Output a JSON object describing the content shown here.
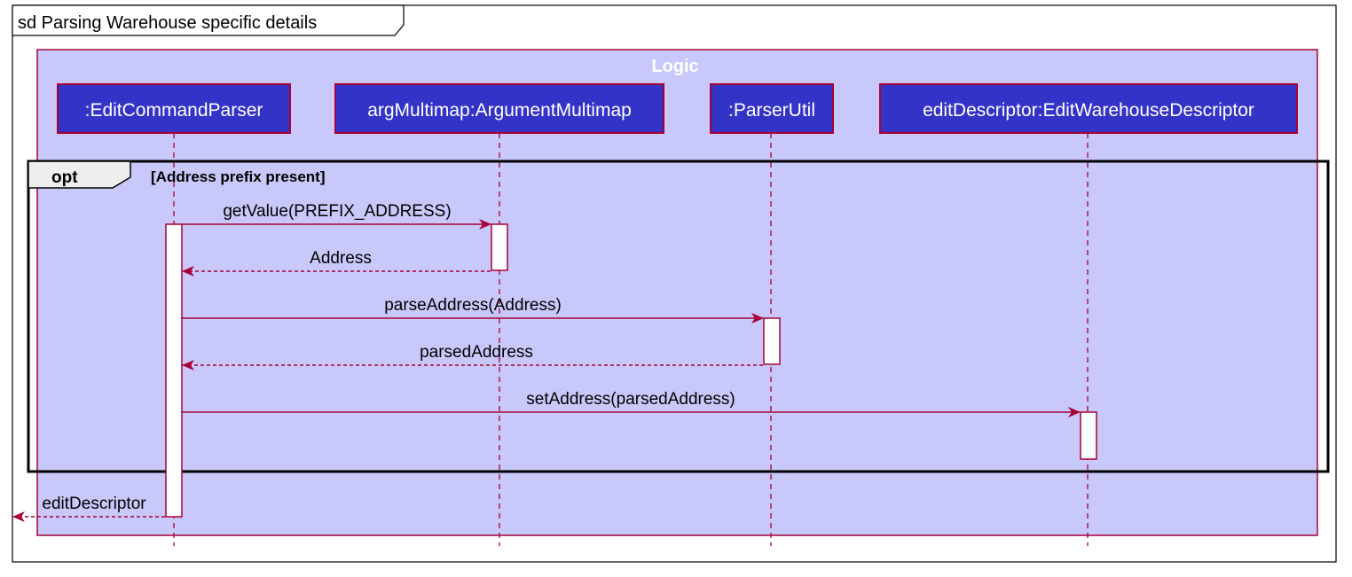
{
  "frame": {
    "title": "sd Parsing Warehouse specific details"
  },
  "box": {
    "title": "Logic"
  },
  "participants": [
    {
      "id": "parser",
      "label": ":EditCommandParser"
    },
    {
      "id": "multimap",
      "label": "argMultimap:ArgumentMultimap"
    },
    {
      "id": "util",
      "label": ":ParserUtil"
    },
    {
      "id": "descriptor",
      "label": "editDescriptor:EditWarehouseDescriptor"
    }
  ],
  "fragment": {
    "operator": "opt",
    "guard": "[Address prefix present]"
  },
  "messages": [
    {
      "label": "getValue(PREFIX_ADDRESS)",
      "kind": "call"
    },
    {
      "label": "Address",
      "kind": "return"
    },
    {
      "label": "parseAddress(Address)",
      "kind": "call"
    },
    {
      "label": "parsedAddress",
      "kind": "return"
    },
    {
      "label": "setAddress(parsedAddress)",
      "kind": "call"
    },
    {
      "label": "editDescriptor",
      "kind": "return"
    }
  ],
  "colors": {
    "box_fill": "#c8c8fa",
    "box_border": "#a80036",
    "participant_fill": "#3333c8",
    "participant_text": "#ffffff",
    "line": "#a80036",
    "frame": "#000000"
  }
}
